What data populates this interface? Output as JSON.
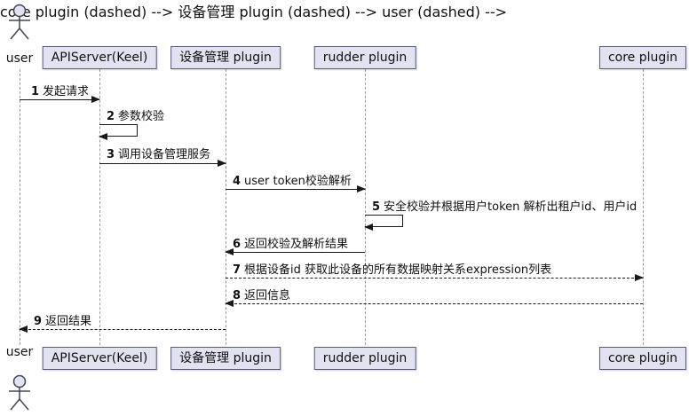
{
  "diagram": {
    "type": "sequence",
    "actor": {
      "label": "user"
    },
    "participants": [
      {
        "label": "APIServer(Keel)"
      },
      {
        "label": "设备管理 plugin"
      },
      {
        "label": "rudder plugin"
      },
      {
        "label": "core plugin"
      }
    ],
    "messages": [
      {
        "num": "1",
        "text": "发起请求",
        "from": "user",
        "to": "APIServer(Keel)",
        "style": "solid"
      },
      {
        "num": "2",
        "text": "参数校验",
        "from": "APIServer(Keel)",
        "to": "APIServer(Keel)",
        "style": "self"
      },
      {
        "num": "3",
        "text": "调用设备管理服务",
        "from": "APIServer(Keel)",
        "to": "设备管理 plugin",
        "style": "solid"
      },
      {
        "num": "4",
        "text": "user token校验解析",
        "from": "设备管理 plugin",
        "to": "rudder plugin",
        "style": "solid"
      },
      {
        "num": "5",
        "text": "安全校验并根据用户token 解析出租户id、用户id",
        "from": "rudder plugin",
        "to": "rudder plugin",
        "style": "self"
      },
      {
        "num": "6",
        "text": "返回校验及解析结果",
        "from": "rudder plugin",
        "to": "设备管理 plugin",
        "style": "solid"
      },
      {
        "num": "7",
        "text": "根据设备id  获取此设备的所有数据映射关系expression列表",
        "from": "设备管理 plugin",
        "to": "core plugin",
        "style": "dashed"
      },
      {
        "num": "8",
        "text": "返回信息",
        "from": "core plugin",
        "to": "设备管理 plugin",
        "style": "dashed"
      },
      {
        "num": "9",
        "text": "返回结果",
        "from": "设备管理 plugin",
        "to": "user",
        "style": "dashed"
      }
    ],
    "colors": {
      "participant_fill": "#E2E2F0",
      "participant_border": "#5a5a7d",
      "line": "#181818",
      "lifeline": "#9a9a9a",
      "background": "#FFFFFF"
    }
  }
}
